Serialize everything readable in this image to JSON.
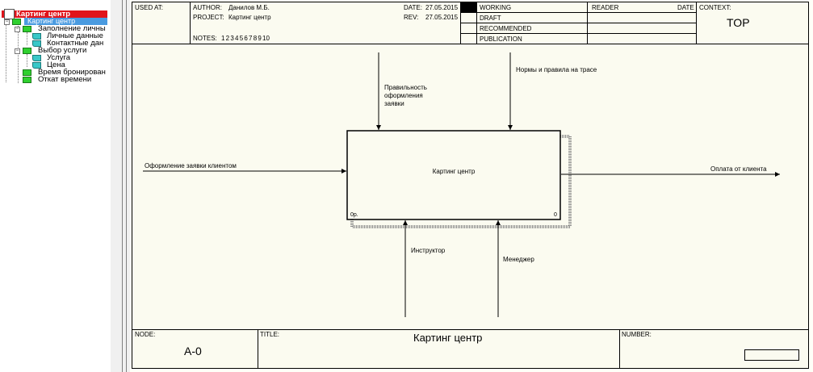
{
  "tree": {
    "root": "Картинг центр",
    "selected": "Картинг центр",
    "items": [
      {
        "label": "Заполнение личны",
        "kind": "group"
      },
      {
        "label": "Личные данные",
        "kind": "leaf"
      },
      {
        "label": "Контактные дан",
        "kind": "leaf"
      },
      {
        "label": "Выбор услуги",
        "kind": "group"
      },
      {
        "label": "Услуга",
        "kind": "leaf"
      },
      {
        "label": "Цена",
        "kind": "leaf"
      },
      {
        "label": "Время бронирован",
        "kind": "group"
      },
      {
        "label": "Откат времени",
        "kind": "group"
      }
    ]
  },
  "header": {
    "used_at_label": "USED AT:",
    "author_label": "AUTHOR:",
    "author": "Данилов М.Б.",
    "project_label": "PROJECT:",
    "project": "Картинг центр",
    "date_label": "DATE:",
    "date": "27.05.2015",
    "rev_label": "REV:",
    "rev": "27.05.2015",
    "notes_label": "NOTES:",
    "notes": "1  2  3  4  5  6  7  8  9  10",
    "status": [
      "WORKING",
      "DRAFT",
      "RECOMMENDED",
      "PUBLICATION"
    ],
    "reader_label": "READER",
    "date2_label": "DATE",
    "context_label": "CONTEXT:",
    "context_value": "TOP"
  },
  "diagram": {
    "box_label": "Картинг центр",
    "box_cost": "0р.",
    "box_number": "0",
    "control_1": "Правильность оформления заявки",
    "control_1_lines": [
      "Правильность",
      "оформления",
      "заявки"
    ],
    "control_2": "Нормы и правила на трасе",
    "input": "Оформление заявки клиентом",
    "output": "Оплата от клиента",
    "mechanism_1": "Инструктор",
    "mechanism_2": "Менеджер"
  },
  "footer": {
    "node_label": "NODE:",
    "node_value": "A-0",
    "title_label": "TITLE:",
    "title_value": "Картинг центр",
    "number_label": "NUMBER:"
  }
}
